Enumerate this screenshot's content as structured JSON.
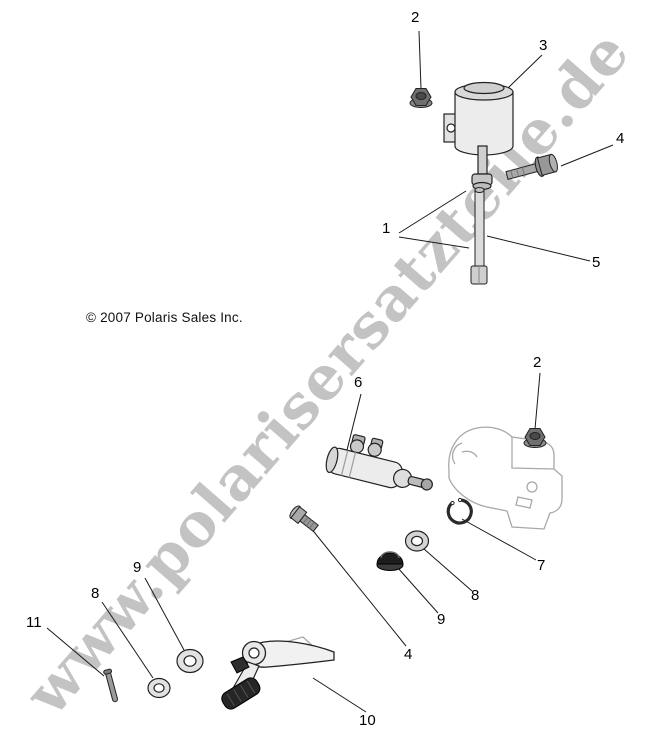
{
  "diagram": {
    "watermark": "www.polarisersatzteile.de",
    "copyright": "© 2007 Polaris Sales Inc.",
    "watermark_color": "#c3c3c3",
    "line_color": "#1a1a1a",
    "reference_color": "#a8a8a8"
  },
  "callouts": [
    {
      "label": "2"
    },
    {
      "label": "3"
    },
    {
      "label": "4"
    },
    {
      "label": "1"
    },
    {
      "label": "5"
    },
    {
      "label": "6"
    },
    {
      "label": "2"
    },
    {
      "label": "7"
    },
    {
      "label": "8"
    },
    {
      "label": "9"
    },
    {
      "label": "9"
    },
    {
      "label": "8"
    },
    {
      "label": "4"
    },
    {
      "label": "11"
    },
    {
      "label": "10"
    }
  ]
}
